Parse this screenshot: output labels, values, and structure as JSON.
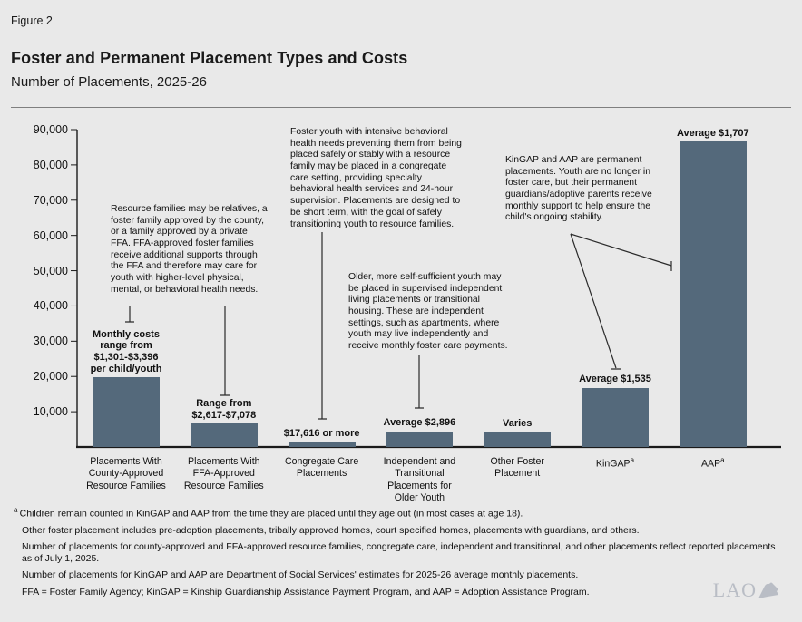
{
  "figure_label": "Figure 2",
  "title": "Foster and Permanent Placement Types and Costs",
  "subtitle": "Number of Placements, 2025-26",
  "colors": {
    "bar": "#54697B",
    "background": "#E9E9E9",
    "axis": "#1A1A1A",
    "logo": "#B9BDC5"
  },
  "chart_data": {
    "type": "bar",
    "title": "Foster and Permanent Placement Types and Costs",
    "subtitle": "Number of Placements, 2025-26",
    "ylabel": "Number of Placements",
    "xlabel": "",
    "ylim": [
      0,
      90000
    ],
    "ytick_interval": 10000,
    "ytick_labels": [
      "10,000",
      "20,000",
      "30,000",
      "40,000",
      "50,000",
      "60,000",
      "70,000",
      "80,000",
      "90,000"
    ],
    "grid": false,
    "categories": [
      "Placements With\nCounty-Approved\nResource Families",
      "Placements With\nFFA-Approved\nResource Families",
      "Congregate Care\nPlacements",
      "Independent and\nTransitional\nPlacements for\nOlder Youth",
      "Other Foster\nPlacement",
      "KinGAP",
      "AAP"
    ],
    "category_sup": [
      null,
      null,
      null,
      null,
      null,
      "a",
      "a"
    ],
    "values": [
      19700,
      6600,
      1400,
      4500,
      4300,
      16700,
      86600
    ],
    "cost_labels": [
      "Monthly costs\nrange from\n$1,301-$3,396\nper child/youth",
      "Range from\n$2,617-$7,078",
      "$17,616 or more",
      "Average $2,896",
      "Varies",
      "Average $1,535",
      "Average $1,707"
    ]
  },
  "annotations": [
    {
      "text": "Resource families may be relatives, a\nfoster family approved by the county,\nor a family approved by a private\nFFA. FFA-approved foster families\nreceive additional supports through\nthe FFA and therefore may care for\nyouth with higher-level physical,\nmental, or behavioral health needs."
    },
    {
      "text": "Foster youth with intensive behavioral\nhealth needs preventing them from being\nplaced safely or stably with a resource\nfamily may be placed in a congregate\ncare setting, providing specialty\nbehavioral health services and 24-hour\nsupervision. Placements are designed to\nbe short term, with the goal of safely\ntransitioning youth to resource families."
    },
    {
      "text": "Older, more self-sufficient youth may\nbe placed in supervised independent\nliving placements or transitional\nhousing. These are independent\nsettings, such as apartments, where\nyouth may live independently and\nreceive monthly foster care payments."
    },
    {
      "text": "KinGAP and AAP are permanent\nplacements. Youth are no longer in\nfoster care, but their permanent\nguardians/adoptive parents receive\nmonthly support to help ensure the\nchild's ongoing stability."
    }
  ],
  "footnotes": {
    "marker": "a",
    "items": [
      "Children remain counted in KinGAP and AAP from the time they are placed until they age out (in most cases at age 18).",
      "Other foster placement includes pre-adoption placements, tribally approved homes, court specified homes, placements with guardians, and others.",
      "Number of placements for county-approved and FFA-approved resource families, congregate care, independent and transitional, and other placements reflect reported placements as of July 1, 2025.",
      "Number of placements for KinGAP and AAP are Department of Social Services' estimates for 2025-26 average monthly placements.",
      "FFA = Foster Family Agency; KinGAP = Kinship Guardianship Assistance Payment Program, and AAP = Adoption Assistance Program."
    ]
  },
  "logo_text": "LAO"
}
